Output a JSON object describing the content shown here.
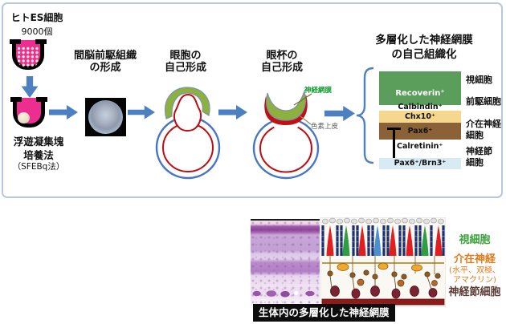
{
  "colors": {
    "arrow_blue": "#4d80c0",
    "panel_border": "#b5c7e3",
    "well_pink": "#ed2d90",
    "outline_blue": "#4573c5",
    "outline_red": "#bf0b10",
    "retina_green_fill": "#8cb13e",
    "layer_green": "#5b9e5c",
    "layer_tan": "#f6d78e",
    "layer_brown": "#8b6137",
    "layer_lightblue": "#d8eaf3",
    "neural_retina_text": "#149b31",
    "pigment_text": "#595959",
    "invivo_green": "#3aa03a",
    "invivo_orange": "#e07b1a",
    "invivo_maroon": "#5d3a35"
  },
  "flow": {
    "es_label": "ヒトES細胞",
    "es_count": "9000個",
    "method1": "浮遊凝集塊",
    "method2": "培養法",
    "method3": "（SFEBq法）",
    "step1a": "間脳前駆組織",
    "step1b": "の形成",
    "step2a": "眼胞の",
    "step2b": "自己形成",
    "step3a": "眼杯の",
    "step3b": "自己形成",
    "neural_retina": "神経網膜",
    "pigment_epithelium": "色素上皮"
  },
  "stack": {
    "title1": "多層化した神経網膜",
    "title2": "の自己組織化",
    "recoverin": "Recoverin⁺",
    "calbindin": "Calbindin⁺",
    "chx10": "Chx10⁺",
    "pax6": "Pax6⁺",
    "calretinin": "Calretinin⁺",
    "pax6brn3": "Pax6⁺/Brn3⁺",
    "label_photoreceptor": "視細胞",
    "label_progenitor": "前駆細胞",
    "label_interneuron1": "介在神経",
    "label_interneuron2": "細胞",
    "label_ganglion1": "神経節",
    "label_ganglion2": "細胞"
  },
  "invivo": {
    "photoreceptor": "視細胞",
    "interneuron": "介在神経",
    "interneuron_sub1": "(水平、双極、",
    "interneuron_sub2": "アマクリン)",
    "ganglion": "神経節細胞",
    "caption": "生体内の多層化した神経網膜"
  }
}
